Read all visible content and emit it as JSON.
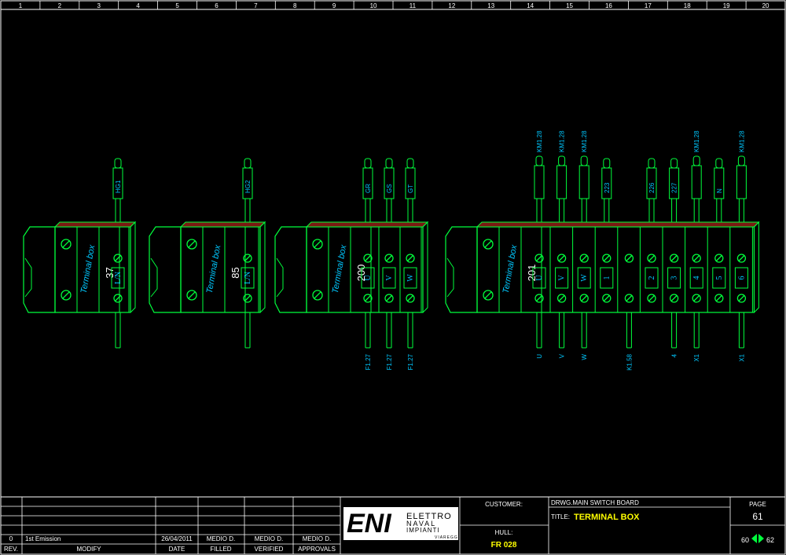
{
  "colors": {
    "background": "#000000",
    "frame": "#ffffff",
    "drawing": "#00ff3c",
    "wire_label": "#00c8ff",
    "terminal_label": "#00c8ff",
    "fill_red": "#7a1a12",
    "title_yellow": "#ffff00"
  },
  "columns": [
    "1",
    "2",
    "3",
    "4",
    "5",
    "6",
    "7",
    "8",
    "9",
    "10",
    "11",
    "12",
    "13",
    "14",
    "15",
    "16",
    "17",
    "18",
    "19",
    "20"
  ],
  "blocks": [
    {
      "name": "terminal-block-37",
      "caption": "Terminal box",
      "number": "37",
      "terminals": [
        {
          "label": "L/N",
          "top": "HG1",
          "bottom": ""
        }
      ]
    },
    {
      "name": "terminal-block-85",
      "caption": "Terminal box",
      "number": "85",
      "terminals": [
        {
          "label": "L/N",
          "top": "HG2",
          "bottom": ""
        }
      ]
    },
    {
      "name": "terminal-block-200",
      "caption": "Terminal box",
      "number": "200",
      "terminals": [
        {
          "label": "U",
          "top": "GR",
          "bottom": "F1.27"
        },
        {
          "label": "V",
          "top": "GS",
          "bottom": "F1.27"
        },
        {
          "label": "W",
          "top": "GT",
          "bottom": "F1.27"
        }
      ]
    },
    {
      "name": "terminal-block-201",
      "caption": "Terminal box",
      "number": "201",
      "terminals": [
        {
          "label": "U",
          "top": "KM1.28",
          "bottom": "U"
        },
        {
          "label": "V",
          "top": "KM1.28",
          "bottom": "V"
        },
        {
          "label": "W",
          "top": "KM1.28",
          "bottom": "W"
        },
        {
          "label": "1",
          "top": "223",
          "bottom": ""
        },
        {
          "label": "",
          "top": "",
          "bottom": "K1.58"
        },
        {
          "label": "2",
          "top": "226",
          "bottom": ""
        },
        {
          "label": "3",
          "top": "227",
          "bottom": "4"
        },
        {
          "label": "4",
          "top": "KM1.28",
          "bottom": "X1"
        },
        {
          "label": "5",
          "top": "N",
          "bottom": ""
        },
        {
          "label": "6",
          "top": "KM1.28",
          "bottom": "X1"
        }
      ]
    }
  ],
  "title_block": {
    "rev_value": "0",
    "modify_value": "1st Emission",
    "date_value": "26/04/2011",
    "filled_value": "MEDIO D.",
    "verified_value": "MEDIO D.",
    "approvals_value": "MEDIO D.",
    "rev_header": "REV.",
    "modify_header": "MODIFY",
    "date_header": "DATE",
    "filled_header": "FILLED",
    "verified_header": "VERIFIED",
    "approvals_header": "APPROVALS",
    "logo_mark": "ENI",
    "logo_line1": "ELETTRO",
    "logo_line2": "NAVAL",
    "logo_line3": "IMPIANTI",
    "logo_city": "VIAREGGIO",
    "customer_label": "CUSTOMER:",
    "hull_label": "HULL:",
    "hull_value": "FR 028",
    "drawing_label": "DRWG.MAIN SWITCH BOARD",
    "title_label": "TITLE:",
    "title_value": "TERMINAL BOX",
    "page_label": "PAGE",
    "page_value": "61",
    "prev_page": "60",
    "next_page": "62"
  }
}
